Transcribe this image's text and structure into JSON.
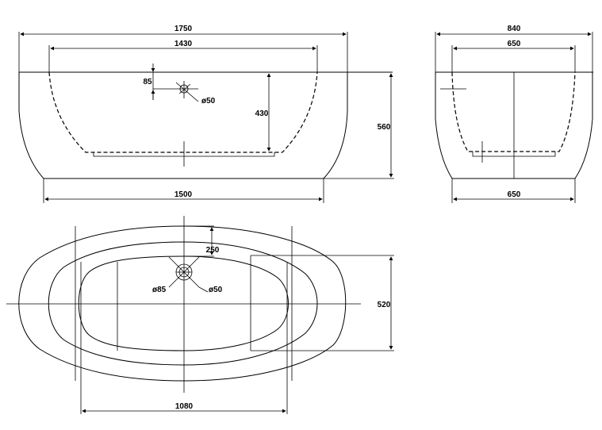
{
  "front_view": {
    "overall_length": "1750",
    "inner_length": "1430",
    "base_length": "1500",
    "drain_offset": "85",
    "drain_diameter": "ø50",
    "inner_depth": "430",
    "overall_height": "560"
  },
  "side_view": {
    "overall_width": "840",
    "inner_width": "650",
    "base_width": "650"
  },
  "top_view": {
    "drain_offset": "250",
    "overflow_diameter": "ø85",
    "drain_diameter": "ø50",
    "inner_width": "520",
    "inner_length": "1080"
  }
}
